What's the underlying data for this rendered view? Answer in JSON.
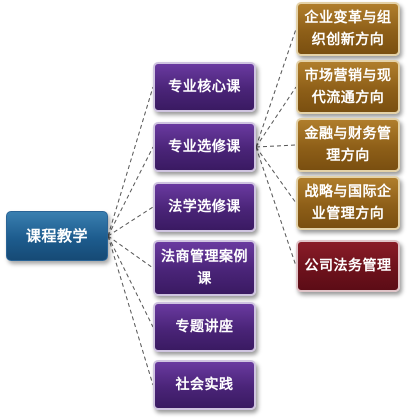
{
  "root": {
    "label": "课程教学"
  },
  "courses": [
    {
      "label": "专业核心课"
    },
    {
      "label": "专业选修课"
    },
    {
      "label": "法学选修课"
    },
    {
      "label": "法商管理案例课"
    },
    {
      "label": "专题讲座"
    },
    {
      "label": "社会实践"
    }
  ],
  "electives": [
    {
      "label": "企业变革与组织创新方向"
    },
    {
      "label": "市场营销与现代流通方向"
    },
    {
      "label": "金融与财务管理方向"
    },
    {
      "label": "战略与国际企业管理方向"
    },
    {
      "label": "公司法务管理"
    }
  ],
  "colors": {
    "root": "#1d5c8e",
    "course": "#4a2478",
    "elective": "#8e5f18",
    "legal_affairs": "#6e121c",
    "connector": "#555555"
  }
}
